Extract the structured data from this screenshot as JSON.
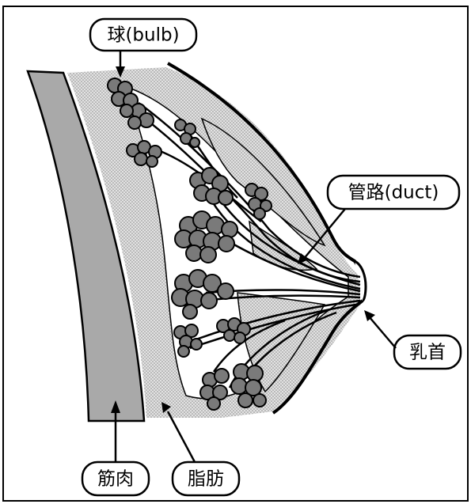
{
  "labels": {
    "bulb": "球(bulb)",
    "duct": "管路(duct)",
    "nipple": "乳首",
    "muscle": "筋肉",
    "fat": "脂肪"
  },
  "colors": {
    "muscle_fill": "#a9a9a9",
    "fat_fill": "#cfcfcf",
    "lobule_fill": "#7a7a7a",
    "outline": "#000000"
  }
}
